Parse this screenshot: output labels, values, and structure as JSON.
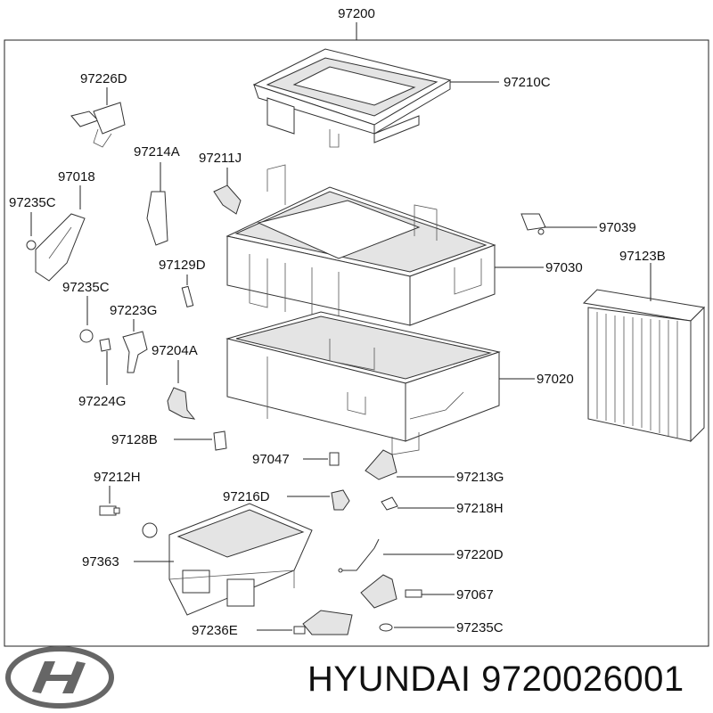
{
  "diagram": {
    "assembly_label": "97200",
    "labels": {
      "p97226D": "97226D",
      "p97210C": "97210C",
      "p97214A": "97214A",
      "p97211J": "97211J",
      "p97018": "97018",
      "p97235C_a": "97235C",
      "p97039": "97039",
      "p97129D": "97129D",
      "p97030": "97030",
      "p97123B": "97123B",
      "p97235C_b": "97235C",
      "p97223G": "97223G",
      "p97204A": "97204A",
      "p97020": "97020",
      "p97224G": "97224G",
      "p97128B": "97128B",
      "p97047": "97047",
      "p97213G": "97213G",
      "p97212H": "97212H",
      "p97216D": "97216D",
      "p97218H": "97218H",
      "p97363": "97363",
      "p97220D": "97220D",
      "p97067": "97067",
      "p97236E": "97236E",
      "p97235C_c": "97235C"
    }
  },
  "footer": {
    "brand_text": "HYUNDAI 9720026001",
    "logo_icon": "hyundai-logo-icon"
  }
}
